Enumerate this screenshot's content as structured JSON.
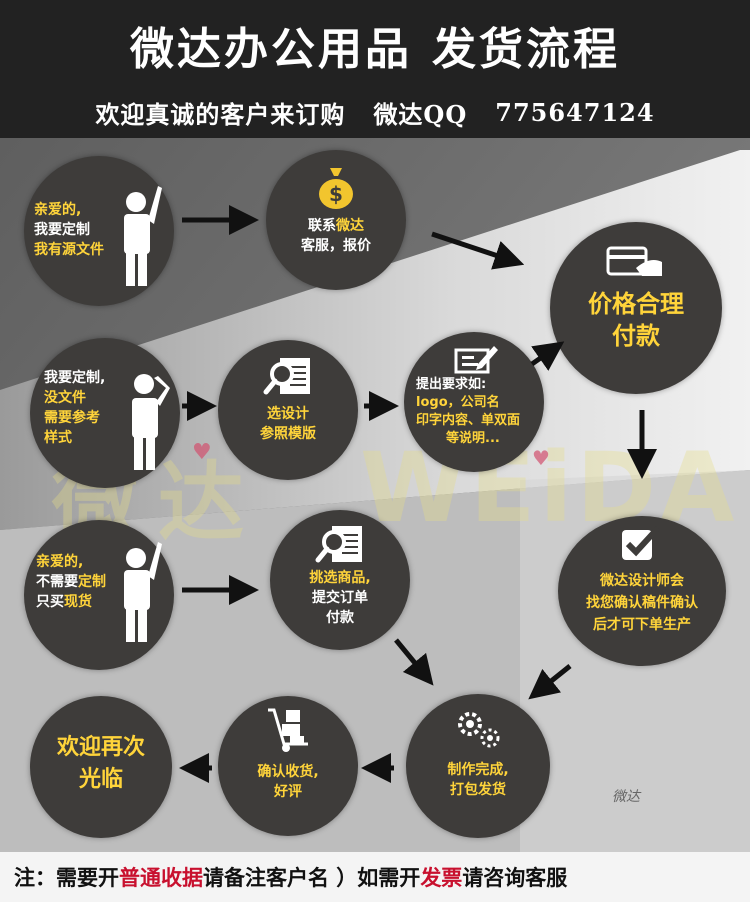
{
  "header": {
    "title_part1": "微达办公用品",
    "title_part2": "发货流程",
    "subtitle_welcome": "欢迎真诚的客户来订购",
    "subtitle_qq_label": "微达QQ",
    "subtitle_qq_number": "775647124"
  },
  "steps": {
    "custom_with_file": {
      "line1_a": "亲爱的,",
      "line2": "我要定制",
      "line3": "我有源文件"
    },
    "contact": {
      "line1_a": "联系",
      "line1_b": "微达",
      "line2": "客服，报价"
    },
    "payment": {
      "line1": "价格合理",
      "line2": "付款"
    },
    "custom_no_file": {
      "line1": "我要定制,",
      "line2": "没文件",
      "line3": "需要参考",
      "line4": "样式"
    },
    "choose_design": {
      "line1": "选设计",
      "line2": "参照模版"
    },
    "requirements": {
      "line1": "提出要求如:",
      "line2": "logo，公司名",
      "line3": "印字内容、单双面",
      "line4": "等说明..."
    },
    "confirm_design": {
      "line1": "微达设计师会",
      "line2": "找您确认稿件确认",
      "line3": "后才可下单生产"
    },
    "stock_only": {
      "line1": "亲爱的,",
      "line2_a": "不需要",
      "line2_b": "定制",
      "line3_a": "只买",
      "line3_b": "现货"
    },
    "pick_goods": {
      "line1": "挑选商品,",
      "line2": "提交订单",
      "line3": "付款"
    },
    "production": {
      "line1": "制作完成,",
      "line2": "打包发货"
    },
    "receive": {
      "line1": "确认收货,",
      "line2": "好评"
    },
    "welcome_back": {
      "line1": "欢迎再次",
      "line2": "光临"
    }
  },
  "watermark": {
    "text_cn": "微达",
    "text_en": "WEiDA",
    "signature": "微达"
  },
  "footer": {
    "p1": "注：需要开",
    "p2": "普通收据",
    "p3": "请备注客户名 ）如需开",
    "p4": "发票",
    "p5": "请咨询客服"
  },
  "colors": {
    "accent_yellow": "#ffd43a",
    "circle": "#3e3c3a",
    "footer_red": "#c8102e"
  }
}
